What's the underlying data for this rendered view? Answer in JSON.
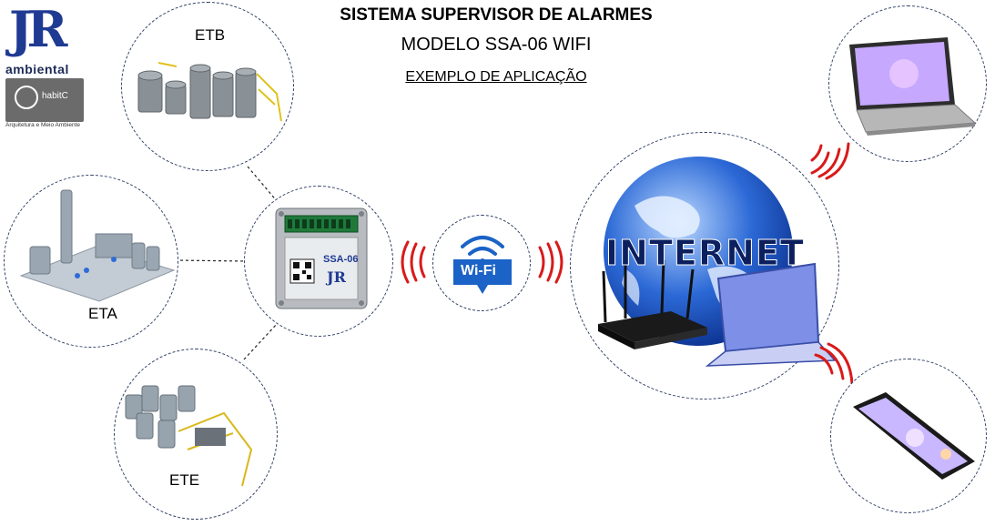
{
  "header": {
    "title": "SISTEMA SUPERVISOR DE ALARMES",
    "subtitle": "MODELO SSA-06 WIFI",
    "caption": "EXEMPLO DE APLICAÇÃO"
  },
  "logos": {
    "jr_letters": "JR",
    "jr_word": "ambiental",
    "habitc_word": "habitC",
    "habitc_tagline": "Arquitetura e Meio Ambiente"
  },
  "nodes": {
    "etb": "ETB",
    "eta": "ETA",
    "ete": "ETE",
    "device_brand": "JR",
    "device_model": "SSA-06",
    "wifi": "Wi-Fi",
    "internet": "INTERNET"
  },
  "colors": {
    "signal": "#d91a1a",
    "wifi_blue": "#1b63c6",
    "jr_blue": "#1f3a93",
    "dashed_border": "#2f3f66"
  }
}
